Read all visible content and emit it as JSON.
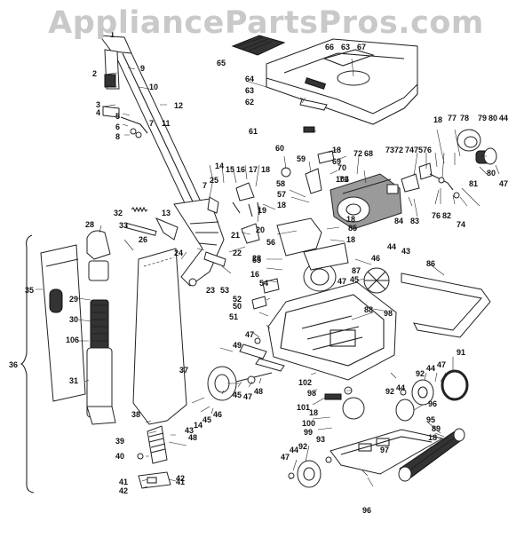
{
  "watermark": "AppliancePartsPros.com",
  "parts": [
    {
      "id": "p66",
      "label": "66"
    },
    {
      "id": "p63a",
      "label": "63"
    },
    {
      "id": "p67",
      "label": "67"
    },
    {
      "id": "p65",
      "label": "65"
    },
    {
      "id": "p64",
      "label": "64"
    },
    {
      "id": "p63b",
      "label": "63"
    },
    {
      "id": "p62",
      "label": "62"
    },
    {
      "id": "p61",
      "label": "61"
    },
    {
      "id": "p60",
      "label": "60"
    },
    {
      "id": "p18a",
      "label": "18"
    },
    {
      "id": "p69",
      "label": "69"
    },
    {
      "id": "p59",
      "label": "59"
    },
    {
      "id": "p70",
      "label": "70"
    },
    {
      "id": "p72",
      "label": "72"
    },
    {
      "id": "p68",
      "label": "68"
    },
    {
      "id": "p71",
      "label": "71"
    },
    {
      "id": "p58",
      "label": "58"
    },
    {
      "id": "p104",
      "label": "104"
    },
    {
      "id": "p57",
      "label": "57"
    },
    {
      "id": "p18b",
      "label": "18"
    },
    {
      "id": "p19",
      "label": "19"
    },
    {
      "id": "p1",
      "label": "1"
    },
    {
      "id": "p9",
      "label": "9"
    },
    {
      "id": "p2",
      "label": "2"
    },
    {
      "id": "p10",
      "label": "10"
    },
    {
      "id": "p12",
      "label": "12"
    },
    {
      "id": "p3",
      "label": "3"
    },
    {
      "id": "p4",
      "label": "4"
    },
    {
      "id": "p5",
      "label": "5"
    },
    {
      "id": "p6",
      "label": "6"
    },
    {
      "id": "p7a",
      "label": "7"
    },
    {
      "id": "p8",
      "label": "8"
    },
    {
      "id": "p11",
      "label": "11"
    },
    {
      "id": "p14",
      "label": "14"
    },
    {
      "id": "p15",
      "label": "15"
    },
    {
      "id": "p16a",
      "label": "16"
    },
    {
      "id": "p17",
      "label": "17"
    },
    {
      "id": "p18c",
      "label": "18"
    },
    {
      "id": "p7b",
      "label": "7"
    },
    {
      "id": "p25",
      "label": "25"
    },
    {
      "id": "p32",
      "label": "32"
    },
    {
      "id": "p13",
      "label": "13"
    },
    {
      "id": "p33",
      "label": "33"
    },
    {
      "id": "p21",
      "label": "21"
    },
    {
      "id": "p20",
      "label": "20"
    },
    {
      "id": "p28a",
      "label": "28"
    },
    {
      "id": "p26",
      "label": "26"
    },
    {
      "id": "p24",
      "label": "24"
    },
    {
      "id": "p22",
      "label": "22"
    },
    {
      "id": "p23",
      "label": "23"
    },
    {
      "id": "p35",
      "label": "35"
    },
    {
      "id": "p29",
      "label": "29"
    },
    {
      "id": "p30",
      "label": "30"
    },
    {
      "id": "p106",
      "label": "106"
    },
    {
      "id": "p36",
      "label": "36"
    },
    {
      "id": "p31",
      "label": "31"
    },
    {
      "id": "p37",
      "label": "37"
    },
    {
      "id": "p38",
      "label": "38"
    },
    {
      "id": "p39",
      "label": "39"
    },
    {
      "id": "p40",
      "label": "40"
    },
    {
      "id": "p41a",
      "label": "41"
    },
    {
      "id": "p41b",
      "label": "41"
    },
    {
      "id": "p42a",
      "label": "42"
    },
    {
      "id": "p42b",
      "label": "42"
    },
    {
      "id": "p48a",
      "label": "48"
    },
    {
      "id": "p43a",
      "label": "43"
    },
    {
      "id": "p14b",
      "label": "14"
    },
    {
      "id": "p45a",
      "label": "45"
    },
    {
      "id": "p46a",
      "label": "46"
    },
    {
      "id": "p45b",
      "label": "45"
    },
    {
      "id": "p47a",
      "label": "47"
    },
    {
      "id": "p48b",
      "label": "48"
    },
    {
      "id": "p49",
      "label": "49"
    },
    {
      "id": "p47b",
      "label": "47"
    },
    {
      "id": "p51",
      "label": "51"
    },
    {
      "id": "p50",
      "label": "50"
    },
    {
      "id": "p52",
      "label": "52"
    },
    {
      "id": "p53",
      "label": "53"
    },
    {
      "id": "p16b",
      "label": "16"
    },
    {
      "id": "p54",
      "label": "54"
    },
    {
      "id": "p55",
      "label": "55"
    },
    {
      "id": "p28b",
      "label": "28"
    },
    {
      "id": "p56",
      "label": "56"
    },
    {
      "id": "p85",
      "label": "85"
    },
    {
      "id": "p18d",
      "label": "18"
    },
    {
      "id": "p18e",
      "label": "18"
    },
    {
      "id": "p44a",
      "label": "44"
    },
    {
      "id": "p43b",
      "label": "43"
    },
    {
      "id": "p46b",
      "label": "46"
    },
    {
      "id": "p87",
      "label": "87"
    },
    {
      "id": "p47c",
      "label": "47"
    },
    {
      "id": "p45c",
      "label": "45"
    },
    {
      "id": "p86",
      "label": "86"
    },
    {
      "id": "p88",
      "label": "88"
    },
    {
      "id": "p98a",
      "label": "98"
    },
    {
      "id": "p73",
      "label": "73"
    },
    {
      "id": "p72b",
      "label": "72"
    },
    {
      "id": "p74a",
      "label": "74"
    },
    {
      "id": "p75",
      "label": "75"
    },
    {
      "id": "p76a",
      "label": "76"
    },
    {
      "id": "p18f",
      "label": "18"
    },
    {
      "id": "p77",
      "label": "77"
    },
    {
      "id": "p78",
      "label": "78"
    },
    {
      "id": "p79",
      "label": "79"
    },
    {
      "id": "p80a",
      "label": "80"
    },
    {
      "id": "p44b",
      "label": "44"
    },
    {
      "id": "p80b",
      "label": "80"
    },
    {
      "id": "p81",
      "label": "81"
    },
    {
      "id": "p47d",
      "label": "47"
    },
    {
      "id": "p84",
      "label": "84"
    },
    {
      "id": "p83",
      "label": "83"
    },
    {
      "id": "p76b",
      "label": "76"
    },
    {
      "id": "p82",
      "label": "82"
    },
    {
      "id": "p74b",
      "label": "74"
    },
    {
      "id": "p91",
      "label": "91"
    },
    {
      "id": "p92a",
      "label": "92"
    },
    {
      "id": "p44c",
      "label": "44"
    },
    {
      "id": "p47e",
      "label": "47"
    },
    {
      "id": "p102",
      "label": "102"
    },
    {
      "id": "p98b",
      "label": "98"
    },
    {
      "id": "p101",
      "label": "101"
    },
    {
      "id": "p18g",
      "label": "18"
    },
    {
      "id": "p100",
      "label": "100"
    },
    {
      "id": "p99",
      "label": "99"
    },
    {
      "id": "p92b",
      "label": "92"
    },
    {
      "id": "p44d",
      "label": "44"
    },
    {
      "id": "p96a",
      "label": "96"
    },
    {
      "id": "p95",
      "label": "95"
    },
    {
      "id": "p89",
      "label": "89"
    },
    {
      "id": "p18h",
      "label": "18"
    },
    {
      "id": "p93",
      "label": "93"
    },
    {
      "id": "p92c",
      "label": "92"
    },
    {
      "id": "p97",
      "label": "97"
    },
    {
      "id": "p47f",
      "label": "47"
    },
    {
      "id": "p44e",
      "label": "44"
    },
    {
      "id": "p96b",
      "label": "96"
    }
  ]
}
